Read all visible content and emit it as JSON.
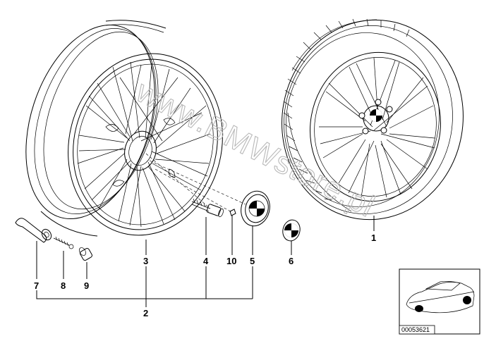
{
  "watermark": "www.BMWstore.pl",
  "callouts": {
    "c1": "1",
    "c2": "2",
    "c3": "3",
    "c4": "4",
    "c5": "5",
    "c6": "6",
    "c7": "7",
    "c8": "8",
    "c9": "9",
    "c10": "10"
  },
  "thumbnail": {
    "id": "00053621"
  }
}
